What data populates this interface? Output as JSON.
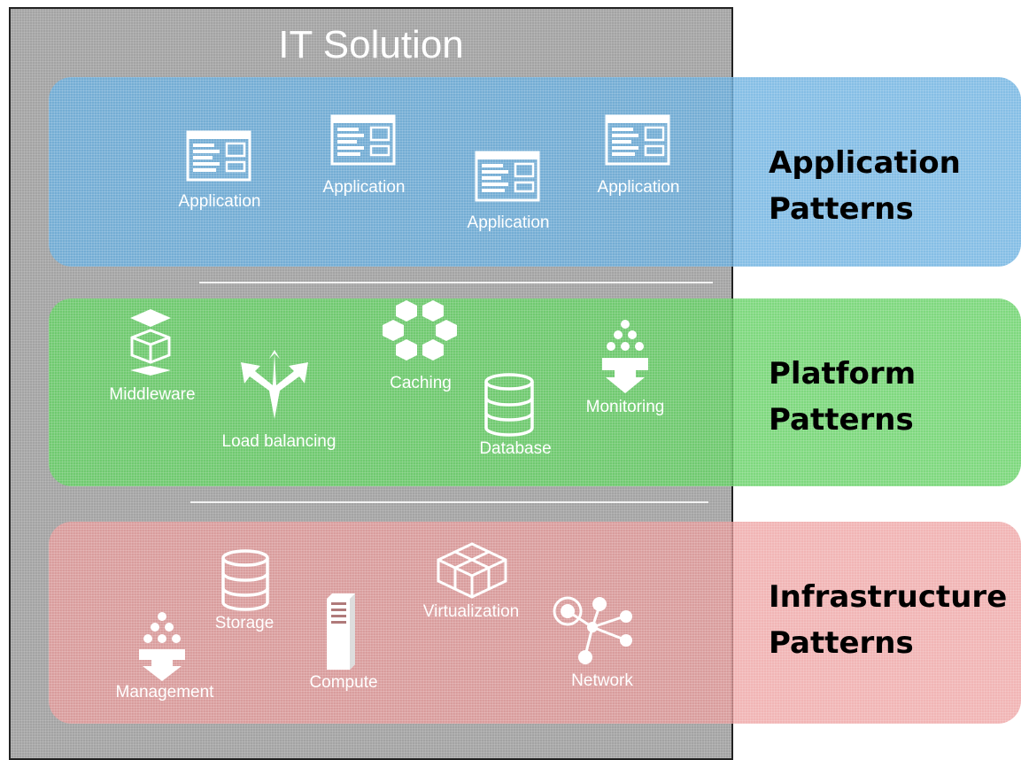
{
  "title": "IT Solution",
  "layers": {
    "application": {
      "heading_line1": "Application",
      "heading_line2": "Patterns",
      "items": [
        "Application",
        "Application",
        "Application",
        "Application"
      ],
      "color": "#67aedf"
    },
    "platform": {
      "heading_line1": "Platform",
      "heading_line2": "Patterns",
      "items": [
        "Middleware",
        "Load balancing",
        "Caching",
        "Database",
        "Monitoring"
      ],
      "color": "#62d062"
    },
    "infrastructure": {
      "heading_line1": "Infrastructure",
      "heading_line2": "Patterns",
      "items": [
        "Management",
        "Storage",
        "Compute",
        "Virtualization",
        "Network"
      ],
      "color": "#ec9898"
    }
  },
  "icons": {
    "application": "application-window-icon",
    "middleware": "stacked-layers-icon",
    "load_balancing": "split-arrows-icon",
    "caching": "hexagon-ring-icon",
    "database": "database-cylinder-icon",
    "monitoring": "dots-down-arrow-icon",
    "management": "dots-down-arrow-icon",
    "storage": "database-cylinder-icon",
    "compute": "server-tower-icon",
    "virtualization": "wireframe-cubes-icon",
    "network": "node-graph-icon"
  }
}
